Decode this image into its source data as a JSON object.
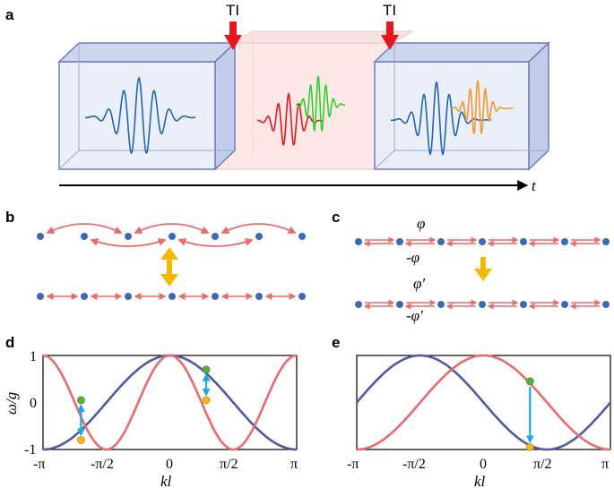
{
  "panels": {
    "a": {
      "label": "a",
      "ti_left": "TI",
      "ti_right": "TI",
      "time_axis": "t",
      "colors": {
        "blue": "#2166ac",
        "red": "#e0191e",
        "green": "#2ed12e",
        "orange": "#f39a2b"
      }
    },
    "b": {
      "label": "b"
    },
    "c": {
      "label": "c",
      "phase_top": "φ",
      "phase_top_neg": "-φ",
      "phase_bottom": "φ′",
      "phase_bottom_neg": "-φ′"
    },
    "d": {
      "label": "d"
    },
    "e": {
      "label": "e"
    }
  },
  "colors": {
    "coupling": "#ec6a6a",
    "site": "#3d6bb3",
    "transition_arrow": "#f5b800",
    "band_blue": "#4e5aa6",
    "band_red": "#ec6a6a",
    "state_green": "#5cae3c",
    "state_yellow": "#f6b91e",
    "jump_arrow": "#1ea7e1"
  },
  "chart_data": [
    {
      "type": "line",
      "panel": "d",
      "xlabel": "kl",
      "ylabel": "ω/g",
      "xticks": [
        "-π",
        "-π/2",
        "0",
        "π/2",
        "π"
      ],
      "yticks": [
        "-1",
        "0",
        "1"
      ],
      "xlim": [
        -3.1416,
        3.1416
      ],
      "ylim": [
        -1,
        1
      ],
      "series": [
        {
          "color": "blue",
          "function": "cos(k)"
        },
        {
          "color": "red",
          "function": "cos(2k)"
        }
      ],
      "transitions": [
        {
          "k": -2.2,
          "from": 0.05,
          "to": -0.8
        },
        {
          "k": 0.9,
          "from": 0.7,
          "to": 0.05
        }
      ]
    },
    {
      "type": "line",
      "panel": "e",
      "xlabel": "kl",
      "xticks": [
        "-π",
        "-π/2",
        "0",
        "π/2",
        "π"
      ],
      "xlim": [
        -3.1416,
        3.1416
      ],
      "ylim": [
        -1,
        1
      ],
      "series": [
        {
          "color": "blue",
          "function": "cos(k+π/2)"
        },
        {
          "color": "red",
          "function": "cos(k)"
        }
      ],
      "transitions": [
        {
          "k": 1.15,
          "from": 0.45,
          "to": -0.95
        }
      ]
    }
  ]
}
